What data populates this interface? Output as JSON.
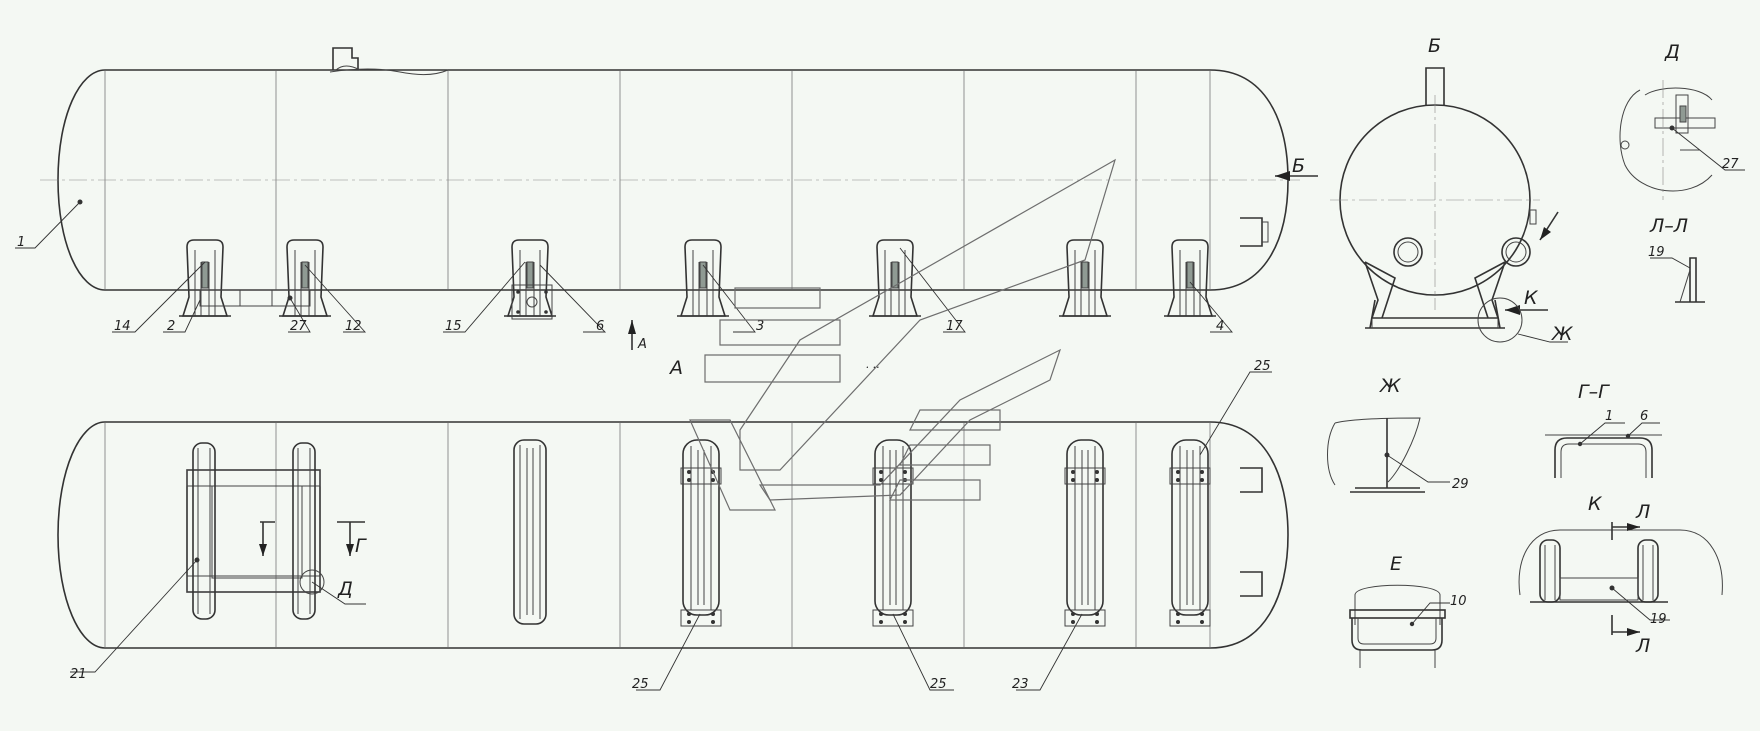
{
  "drawing": {
    "view_labels": {
      "b": "Б",
      "a": "А",
      "d": "Д",
      "ll": "Л–Л",
      "k": "К",
      "zh": "Ж",
      "gg": "Г–Г",
      "e": "Е",
      "l": "Л",
      "g": "Г"
    },
    "callouts": {
      "c1": "1",
      "c14": "14",
      "c2": "2",
      "c27": "27",
      "c12": "12",
      "c15": "15",
      "c6": "6",
      "c3": "3",
      "c17": "17",
      "c4": "4",
      "c21": "21",
      "c25": "25",
      "c23": "23",
      "c19": "19",
      "c29": "29",
      "c10": "10"
    }
  }
}
